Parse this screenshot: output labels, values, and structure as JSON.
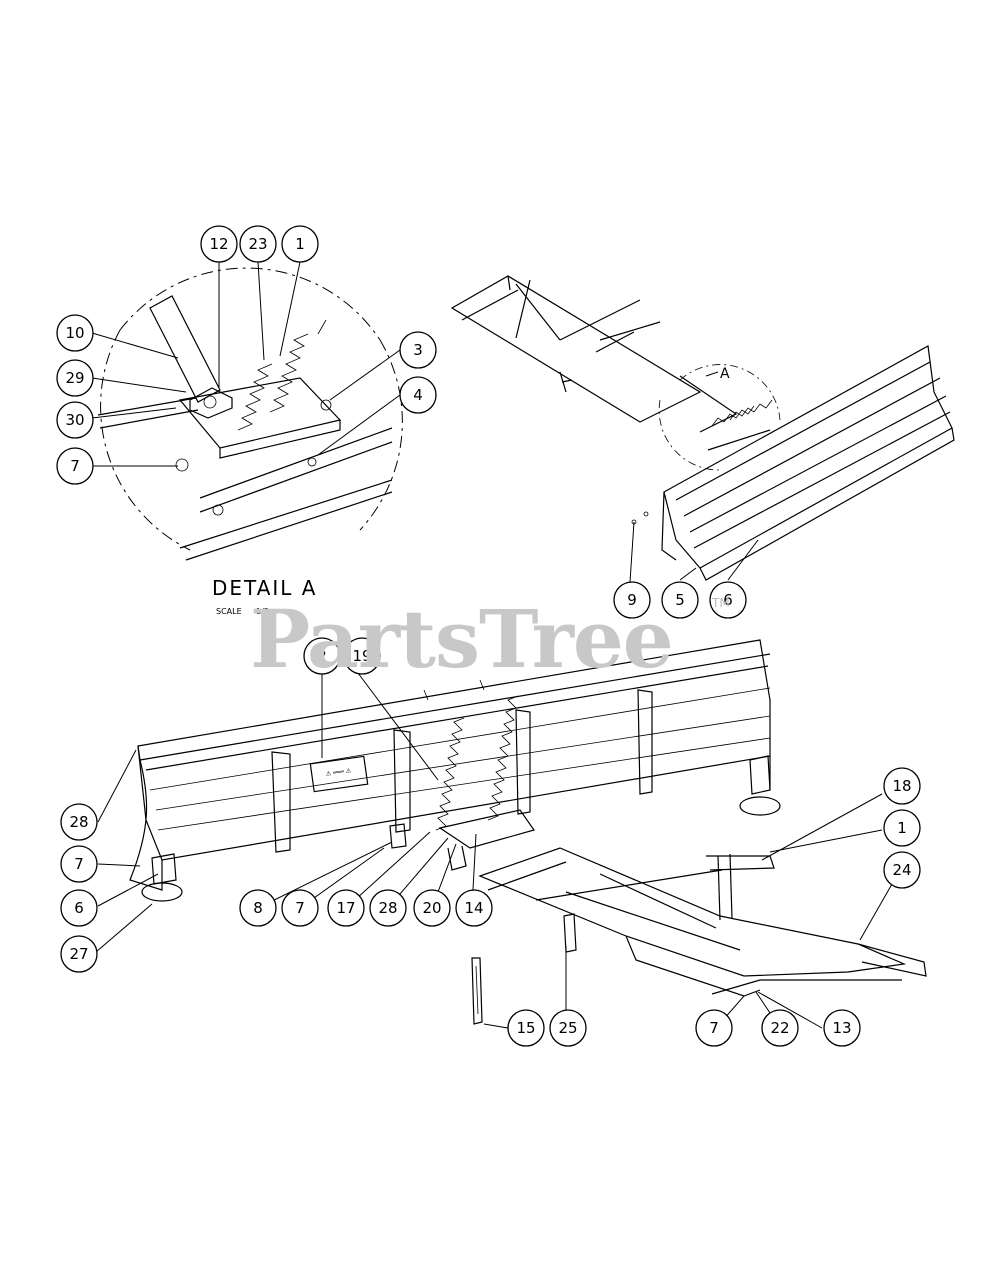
{
  "watermark": {
    "text": "PartsTree",
    "trademark": "TM"
  },
  "detail": {
    "title": "DETAIL A",
    "scale_label": "SCALE",
    "scale_value": "1/5"
  },
  "view_label": "A",
  "callouts": {
    "c12": "12",
    "c23": "23",
    "c1_top": "1",
    "c10": "10",
    "c29": "29",
    "c30": "30",
    "c7_detail": "7",
    "c3": "3",
    "c4": "4",
    "c9": "9",
    "c5": "5",
    "c6_iso": "6",
    "c2": "2",
    "c19": "19",
    "c28_left": "28",
    "c7_left": "7",
    "c6_left": "6",
    "c27": "27",
    "c8": "8",
    "c7_mid": "7",
    "c17": "17",
    "c28_mid": "28",
    "c20": "20",
    "c14": "14",
    "c18": "18",
    "c1_right": "1",
    "c24": "24",
    "c15": "15",
    "c25": "25",
    "c7_bottom": "7",
    "c22": "22",
    "c13": "13"
  }
}
